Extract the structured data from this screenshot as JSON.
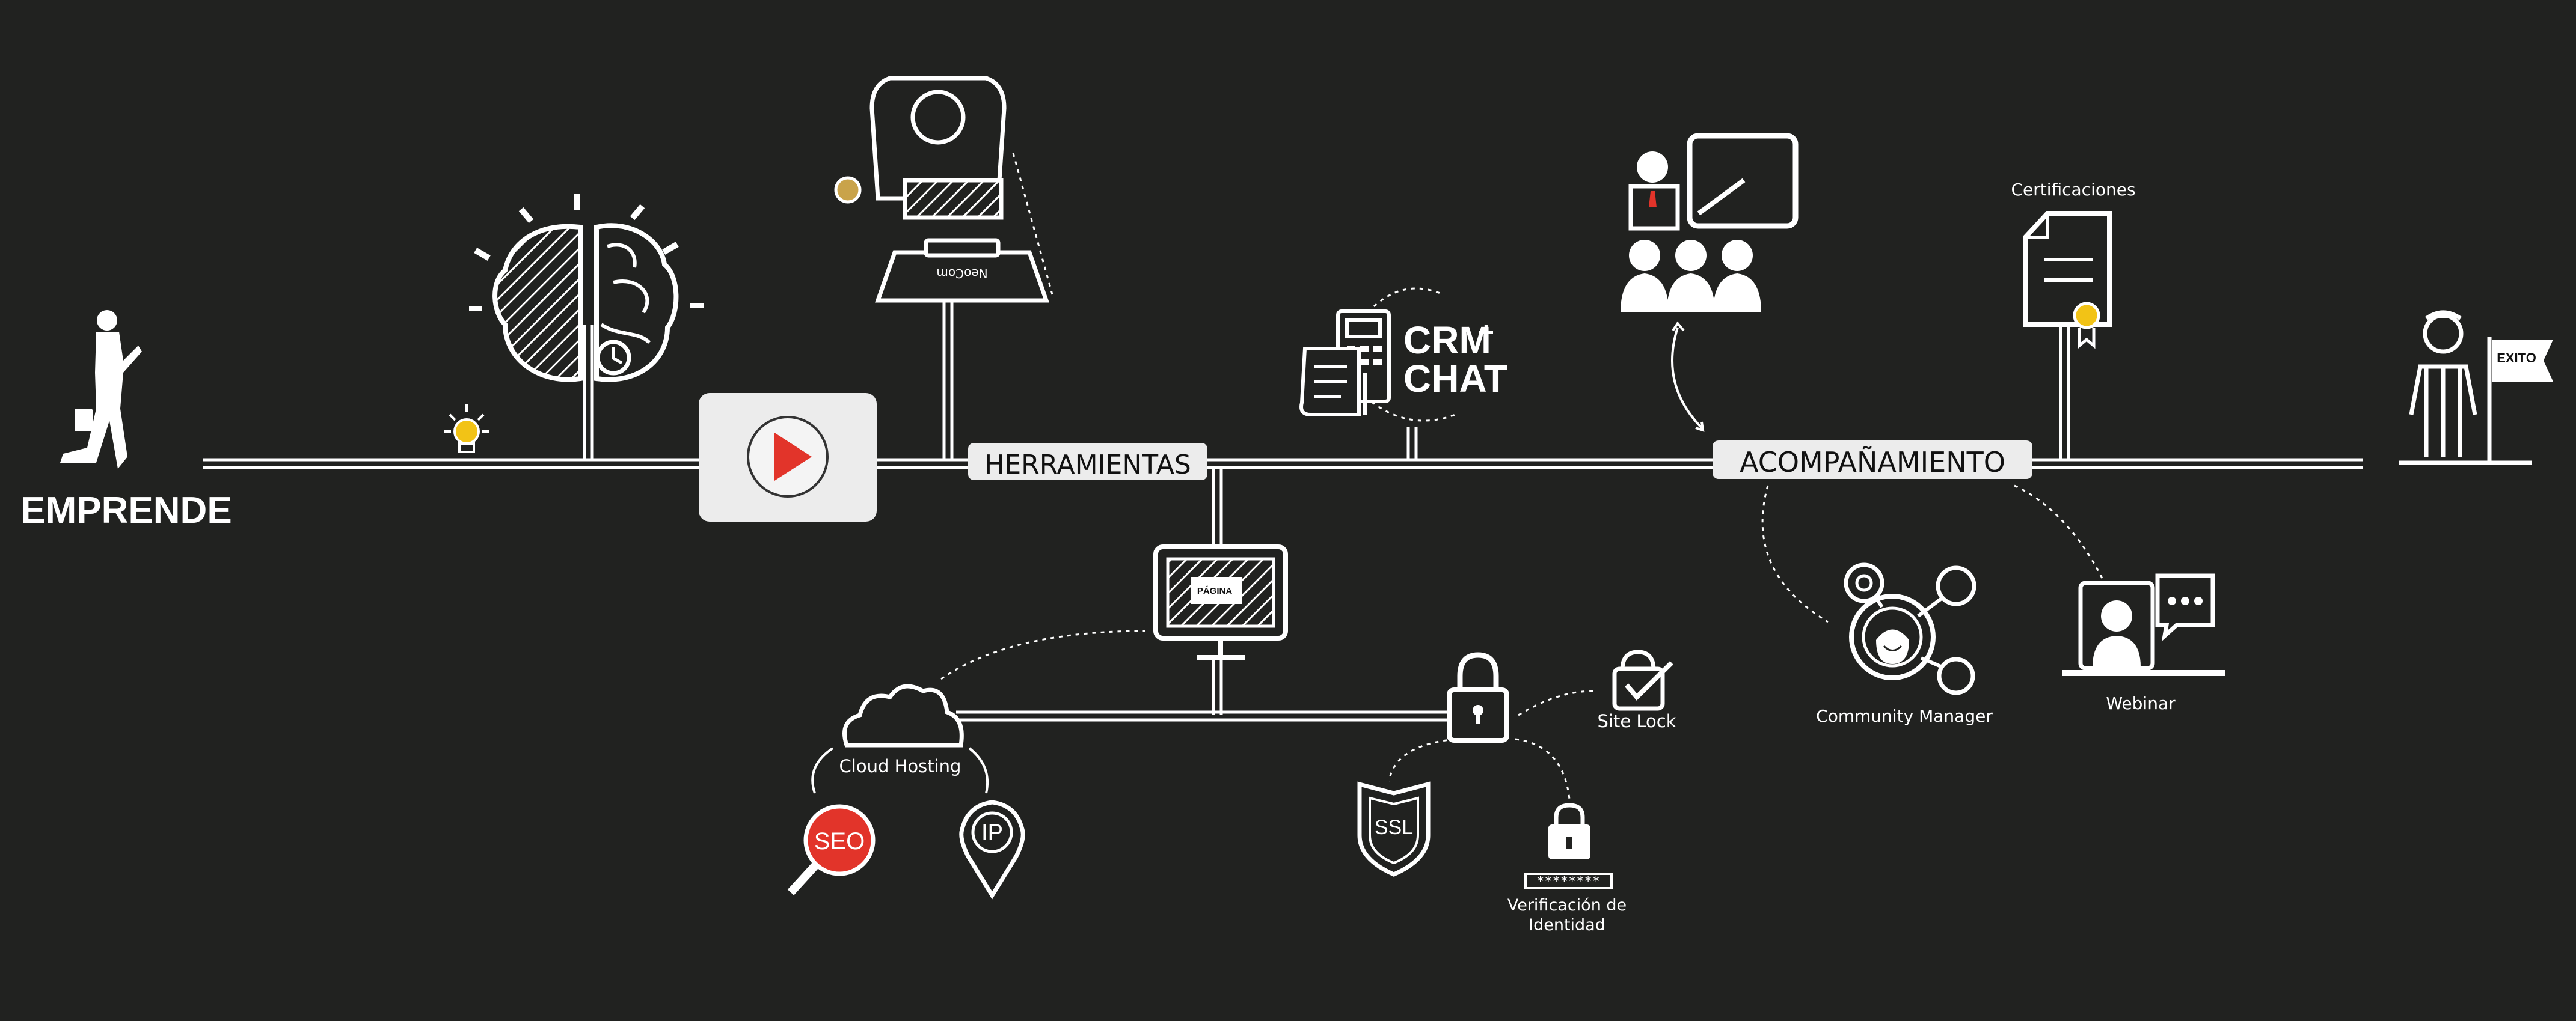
{
  "nodes": {
    "start": "EMPRENDE",
    "tools": "HERRAMIENTAS",
    "support": "ACOMPAÑAMIENTO",
    "goal_flag": "EXITO"
  },
  "crm": {
    "line1": "CRM",
    "plus": "+",
    "line2": "CHAT"
  },
  "labels": {
    "certifications": "Certificaciones",
    "cloud_hosting": "Cloud Hosting",
    "site_lock": "Site Lock",
    "community_manager": "Community Manager",
    "webinar": "Webinar",
    "identity_line1": "Verificación de",
    "identity_line2": "Identidad"
  },
  "badges": {
    "seo": "SEO",
    "ip": "IP",
    "ssl": "SSL",
    "page": "PÁGINA",
    "password": "********"
  },
  "colors": {
    "background": "#212220",
    "line": "#ffffff",
    "accent_red": "#e2342a",
    "accent_yellow": "#f2c316",
    "label_box": "#ececec"
  }
}
